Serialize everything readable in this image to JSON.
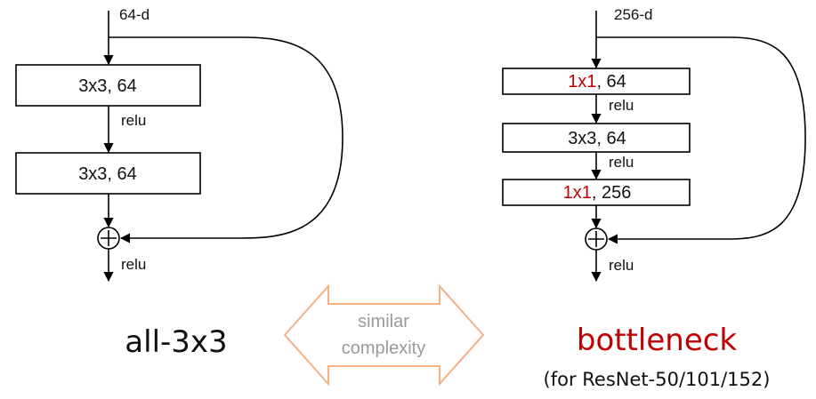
{
  "left_block": {
    "input_label": "64-d",
    "layer1": "3x3, 64",
    "act1": "relu",
    "layer2": "3x3, 64",
    "act_out": "relu",
    "name": "all-3x3"
  },
  "right_block": {
    "input_label": "256-d",
    "layer1_kernel": "1x1",
    "layer1_rest": ", 64",
    "act1": "relu",
    "layer2": "3x3, 64",
    "act2": "relu",
    "layer3_kernel": "1x1",
    "layer3_rest": ", 256",
    "act_out": "relu",
    "name": "bottleneck",
    "subtitle": "(for ResNet-50/101/152)"
  },
  "comparison": {
    "line1": "similar",
    "line2": "complexity"
  },
  "colors": {
    "accent_red": "#c00000",
    "arrow_orange": "#f4b183",
    "muted_gray": "#999999"
  }
}
